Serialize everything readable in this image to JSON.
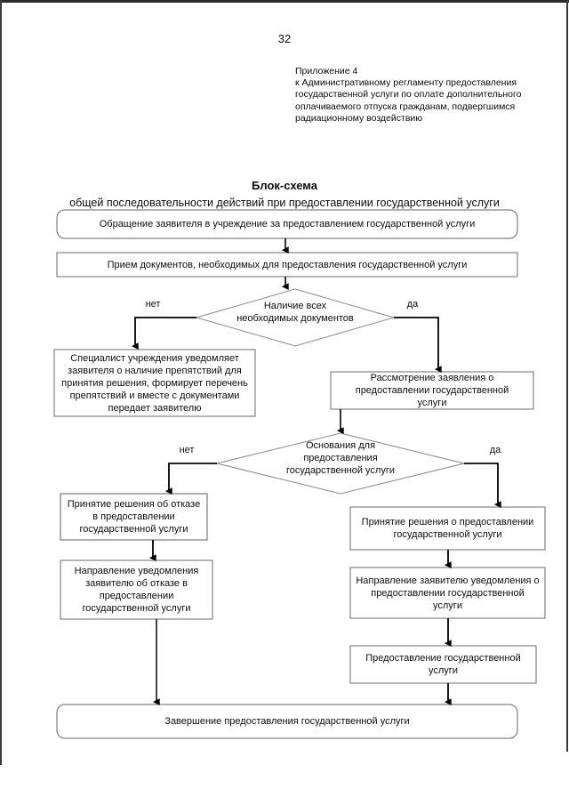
{
  "document": {
    "page_number": "32",
    "appendix": [
      "Приложение 4",
      "к Административному регламенту предоставления",
      "государственной услуги по оплате дополнительного",
      "оплачиваемого отпуска гражданам, подвергшимся",
      "радиационному воздействию"
    ],
    "title_main": "Блок-схема",
    "title_sub": "общей последовательности действий при предоставлении государственной услуги"
  },
  "chart_data": {
    "type": "diagram",
    "title": "Блок-схема общей последовательности действий при предоставлении государственной услуги",
    "nodes": [
      {
        "id": "n1",
        "shape": "rounded-rect",
        "text": "Обращение заявителя в учреждение за предоставлением государственной услуги"
      },
      {
        "id": "n2",
        "shape": "rect",
        "text": "Прием документов, необходимых для предоставления государственной услуги"
      },
      {
        "id": "d1",
        "shape": "diamond",
        "text": "Наличие всех\nнеобходимых документов",
        "line1": "Наличие всех",
        "line2": "необходимых документов"
      },
      {
        "id": "n3",
        "shape": "rect",
        "text": "Специалист учреждения уведомляет заявителя о наличие препятствий для принятия решения, формирует перечень препятствий и вместе с документами передает заявителю"
      },
      {
        "id": "n4",
        "shape": "rect",
        "text": "Рассмотрение заявления о предоставлении государственной услуги"
      },
      {
        "id": "d2",
        "shape": "diamond",
        "text": "Основания для\nпредоставления\nгосударственной услуги",
        "line1": "Основания для",
        "line2": "предоставления",
        "line3": "государственной услуги"
      },
      {
        "id": "n5",
        "shape": "rect",
        "text": "Принятие решения об отказе в предоставлении государственной услуги"
      },
      {
        "id": "n6",
        "shape": "rect",
        "text": "Направление уведомления заявителю об отказе в предоставлении государственной услуги"
      },
      {
        "id": "n7",
        "shape": "rect",
        "text": "Принятие решения о предоставлении государственной услуги"
      },
      {
        "id": "n8",
        "shape": "rect",
        "text": "Направление заявителю уведомления о  предоставлении государственной услуги"
      },
      {
        "id": "n9",
        "shape": "rect",
        "text": "Предоставление государственной услуги"
      },
      {
        "id": "n10",
        "shape": "rounded-rect",
        "text": "Завершение предоставления государственной услуги"
      }
    ],
    "edges": [
      {
        "from": "n1",
        "to": "n2",
        "label": ""
      },
      {
        "from": "n2",
        "to": "d1",
        "label": ""
      },
      {
        "from": "d1",
        "to": "n3",
        "label": "нет"
      },
      {
        "from": "d1",
        "to": "n4",
        "label": "да"
      },
      {
        "from": "n4",
        "to": "d2",
        "label": ""
      },
      {
        "from": "d2",
        "to": "n5",
        "label": "нет"
      },
      {
        "from": "d2",
        "to": "n7",
        "label": "да"
      },
      {
        "from": "n5",
        "to": "n6",
        "label": ""
      },
      {
        "from": "n6",
        "to": "n10",
        "label": ""
      },
      {
        "from": "n7",
        "to": "n8",
        "label": ""
      },
      {
        "from": "n8",
        "to": "n9",
        "label": ""
      },
      {
        "from": "n9",
        "to": "n10",
        "label": ""
      }
    ],
    "branch_labels": {
      "d1_no": "нет",
      "d1_yes": "да",
      "d2_no": "нет",
      "d2_yes": "да"
    },
    "colors": {
      "stroke": "#555555",
      "text": "#0d0d0d",
      "arrow": "#000000",
      "background": "#ffffff"
    }
  }
}
